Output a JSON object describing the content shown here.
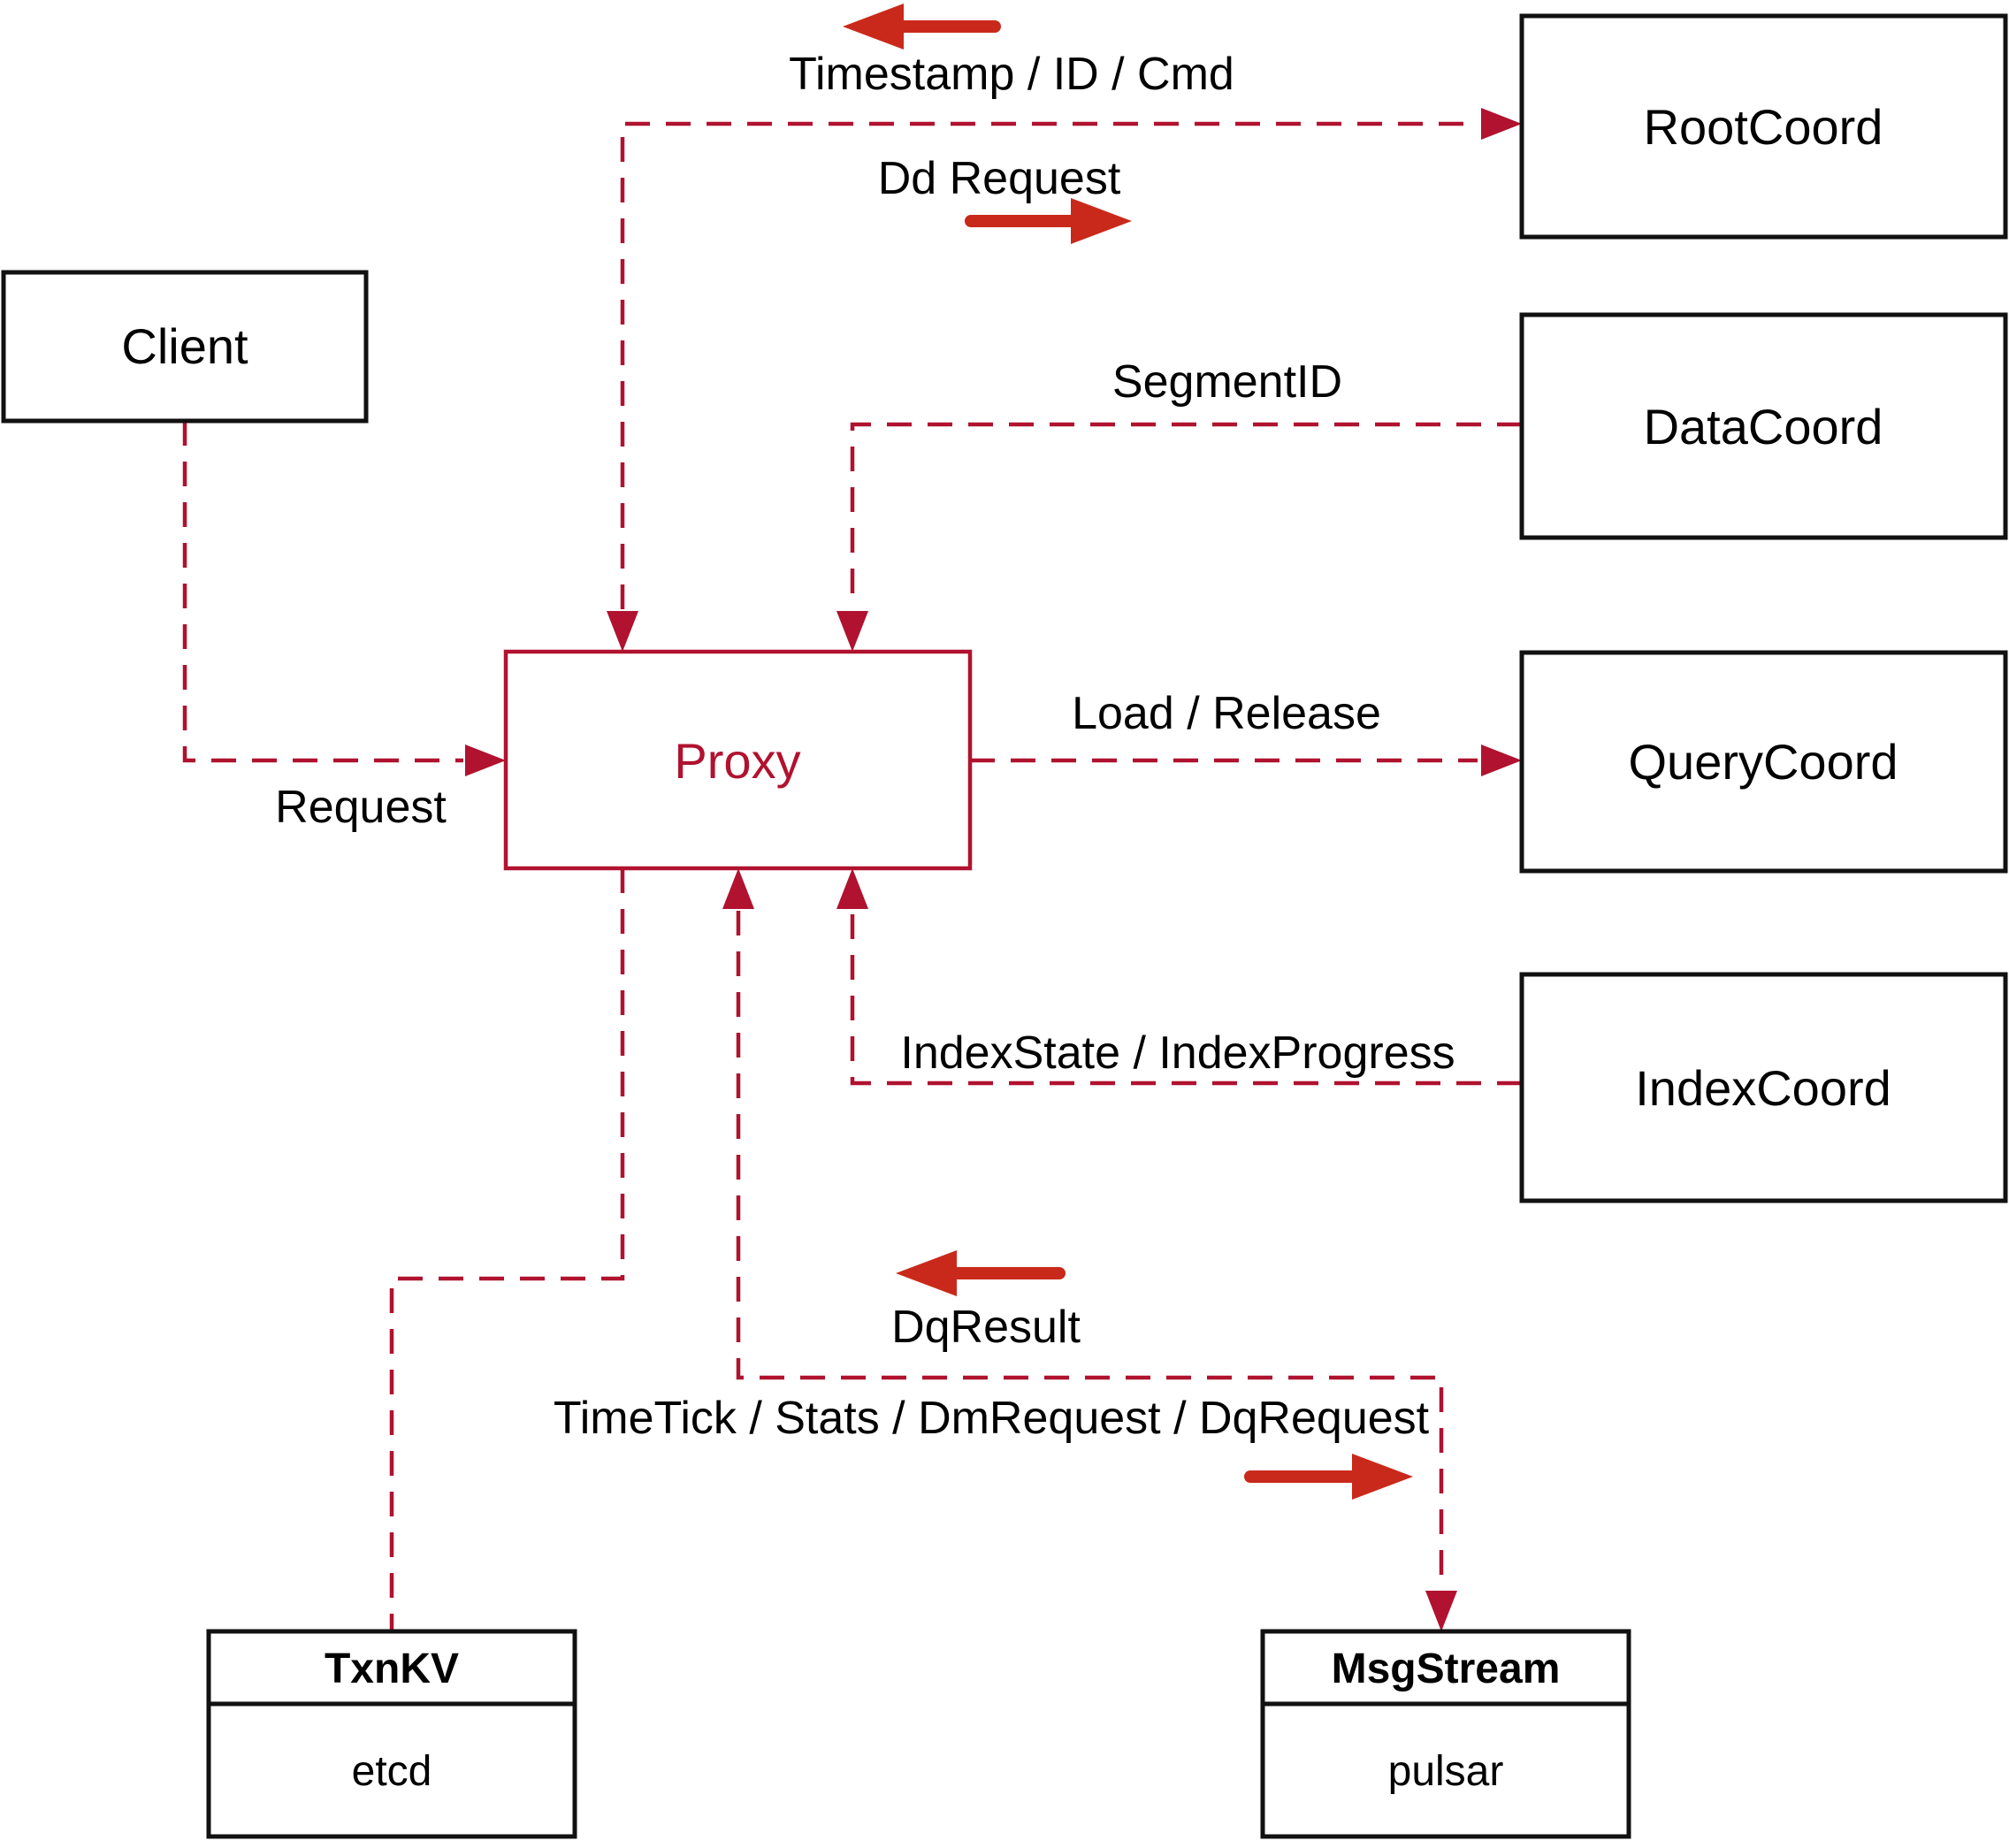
{
  "title": "Proxy architecture diagram",
  "colors": {
    "dashed_red": "#b0122f",
    "arrow_red": "#c9291a",
    "box_border": "#111111",
    "text": "#000000",
    "background": "#ffffff"
  },
  "nodes": {
    "client": {
      "label": "Client"
    },
    "proxy": {
      "label": "Proxy"
    },
    "root_coord": {
      "label": "RootCoord"
    },
    "data_coord": {
      "label": "DataCoord"
    },
    "query_coord": {
      "label": "QueryCoord"
    },
    "index_coord": {
      "label": "IndexCoord"
    },
    "txn_kv": {
      "title": "TxnKV",
      "impl": "etcd"
    },
    "msg_stream": {
      "title": "MsgStream",
      "impl": "pulsar"
    }
  },
  "edge_labels": {
    "timestamp": "Timestamp / ID / Cmd",
    "dd_request": "Dd Request",
    "segment_id": "SegmentID",
    "request": "Request",
    "load_release": "Load / Release",
    "index_state": "IndexState / IndexProgress",
    "dq_result": "DqResult",
    "time_tick": "TimeTick / Stats / DmRequest / DqRequest"
  },
  "edges": [
    {
      "from": "Client",
      "to": "Proxy",
      "label": "Request",
      "style": "dashed",
      "arrow": "into Proxy"
    },
    {
      "from": "Proxy",
      "to": "RootCoord",
      "label": "Dd Request / Timestamp / ID / Cmd",
      "style": "dashed",
      "arrow": "both ends"
    },
    {
      "from": "DataCoord",
      "to": "Proxy",
      "label": "SegmentID",
      "style": "dashed",
      "arrow": "into Proxy"
    },
    {
      "from": "Proxy",
      "to": "QueryCoord",
      "label": "Load / Release",
      "style": "dashed",
      "arrow": "into QueryCoord"
    },
    {
      "from": "IndexCoord",
      "to": "Proxy",
      "label": "IndexState / IndexProgress",
      "style": "dashed",
      "arrow": "into Proxy"
    },
    {
      "from": "Proxy",
      "to": "MsgStream",
      "label": "TimeTick / Stats / DmRequest / DqRequest / DqResult",
      "style": "dashed",
      "arrow": "both ends"
    },
    {
      "from": "Proxy",
      "to": "TxnKV",
      "label": "",
      "style": "dashed",
      "arrow": "none"
    }
  ]
}
